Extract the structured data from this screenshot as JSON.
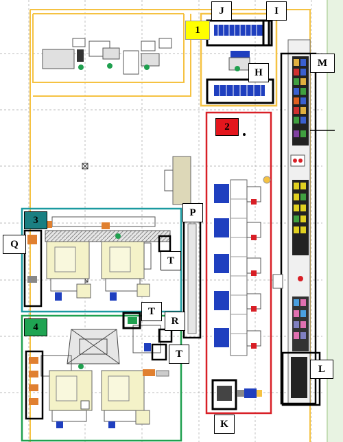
{
  "colors": {
    "yellow": "#f5c242",
    "red": "#d81f26",
    "teal": "#1b9aa0",
    "green": "#1fa04f",
    "label_yellow": "#ffff00",
    "label_red": "#e4161d",
    "label_teal": "#1a7f82",
    "label_green": "#1fa452",
    "grid": "#9a9a9a",
    "machine": "#f4f2c8",
    "blue_part": "#1f3fbf"
  },
  "zones": [
    {
      "id": "1",
      "color_key": "yellow"
    },
    {
      "id": "2",
      "color_key": "red"
    },
    {
      "id": "3",
      "color_key": "teal"
    },
    {
      "id": "4",
      "color_key": "green"
    }
  ],
  "callouts": {
    "j": "J",
    "i": "I",
    "h": "H",
    "m": "M",
    "p": "P",
    "q": "Q",
    "t1": "T",
    "t2": "T",
    "t3": "T",
    "r": "R",
    "l": "L",
    "k": "K"
  }
}
